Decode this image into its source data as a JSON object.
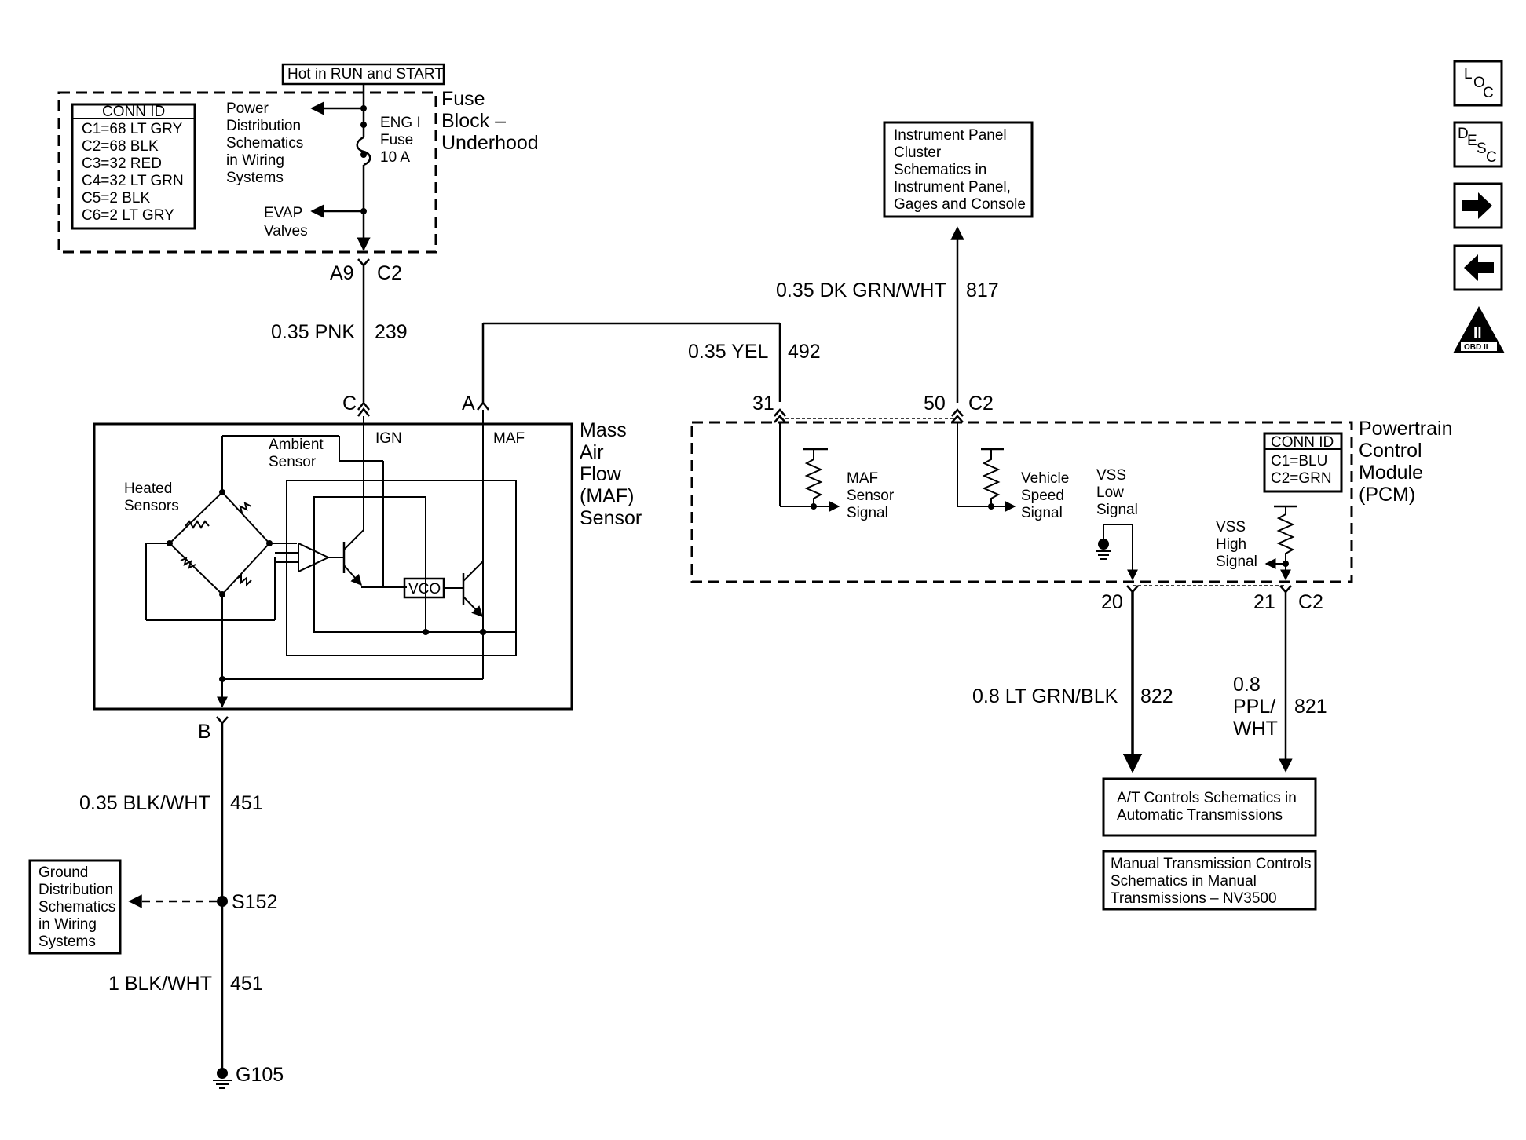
{
  "fuse_block": {
    "hot_label": "Hot in RUN and START",
    "name": [
      "Fuse",
      "Block –",
      "Underhood"
    ],
    "conn_id_title": "CONN ID",
    "conn_ids": [
      "C1=68 LT GRY",
      "C2=68 BLK",
      "C3=32 RED",
      "C4=32 LT GRN",
      "C5=2 BLK",
      "C6=2 LT GRY"
    ],
    "power_dist": [
      "Power",
      "Distribution",
      "Schematics",
      "in Wiring",
      "Systems"
    ],
    "fuse_label": [
      "ENG I",
      "Fuse",
      "10 A"
    ],
    "evap": [
      "EVAP",
      "Valves"
    ],
    "pin_left": "A9",
    "pin_right": "C2"
  },
  "wires": {
    "pnk_gauge": "0.35 PNK",
    "pnk_circuit": "239",
    "yel_gauge": "0.35 YEL",
    "yel_circuit": "492",
    "dkgrn_gauge": "0.35 DK GRN/WHT",
    "dkgrn_circuit": "817",
    "blkwht_gauge": "0.35 BLK/WHT",
    "blkwht_circuit": "451",
    "blkwht1_gauge": "1 BLK/WHT",
    "blkwht1_circuit": "451",
    "ltgrn_gauge": "0.8 LT GRN/BLK",
    "ltgrn_circuit": "822",
    "ppl_gauge": [
      "0.8",
      "PPL/",
      "WHT"
    ],
    "ppl_circuit": "821"
  },
  "maf_sensor": {
    "name": [
      "Mass",
      "Air",
      "Flow",
      "(MAF)",
      "Sensor"
    ],
    "pin_c": "C",
    "pin_a": "A",
    "pin_b": "B",
    "ign": "IGN",
    "maf": "MAF",
    "ambient": [
      "Ambient",
      "Sensor"
    ],
    "heated": [
      "Heated",
      "Sensors"
    ],
    "vco": "VCO"
  },
  "ipc": {
    "text": [
      "Instrument Panel",
      "Cluster",
      "Schematics in",
      "Instrument Panel,",
      "Gages and Console"
    ]
  },
  "pcm": {
    "name": [
      "Powertrain",
      "Control",
      "Module",
      "(PCM)"
    ],
    "conn_id_title": "CONN ID",
    "conn_ids": [
      "C1=BLU",
      "C2=GRN"
    ],
    "pin_31": "31",
    "pin_50": "50",
    "conn_top": "C2",
    "pin_20": "20",
    "pin_21": "21",
    "conn_bottom": "C2",
    "maf_signal": [
      "MAF",
      "Sensor",
      "Signal"
    ],
    "vss_signal": [
      "Vehicle",
      "Speed",
      "Signal"
    ],
    "vss_low": [
      "VSS",
      "Low",
      "Signal"
    ],
    "vss_high": [
      "VSS",
      "High",
      "Signal"
    ]
  },
  "at_controls": [
    "A/T Controls Schematics in",
    "Automatic Transmissions"
  ],
  "manual_trans": [
    "Manual Transmission Controls",
    "Schematics in Manual",
    "Transmissions – NV3500"
  ],
  "ground": {
    "dist": [
      "Ground",
      "Distribution",
      "Schematics",
      "in Wiring",
      "Systems"
    ],
    "splice": "S152",
    "ground_id": "G105"
  },
  "nav": {
    "loc": [
      "L",
      "O",
      "C"
    ],
    "desc": [
      "D",
      "E",
      "S",
      "C"
    ],
    "obd_numeral": "II",
    "obd_text": "OBD II"
  }
}
